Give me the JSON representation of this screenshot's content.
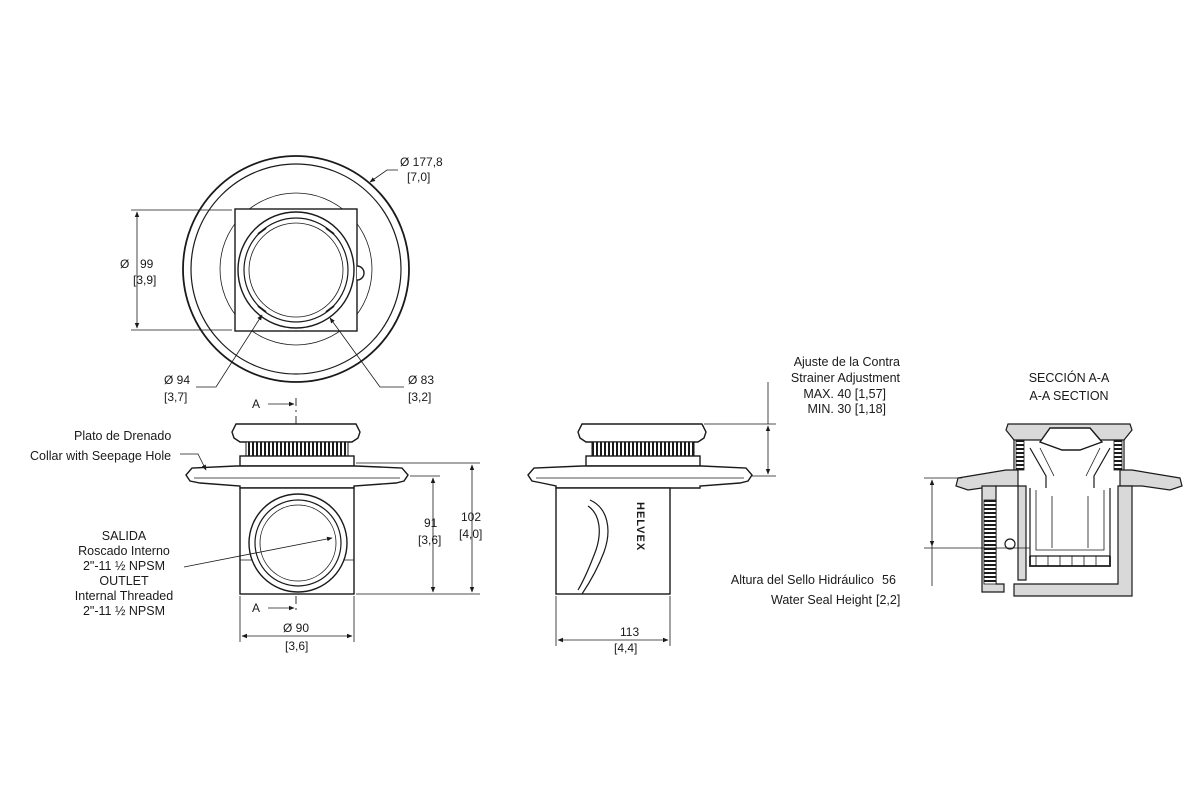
{
  "top_view": {
    "d_outer": "Ø 177,8",
    "d_outer_in": "[7,0]",
    "d_square_sym": "Ø",
    "d_square": "99",
    "d_square_in": "[3,9]",
    "d_left": "Ø 94",
    "d_left_in": "[3,7]",
    "d_right": "Ø 83",
    "d_right_in": "[3,2]"
  },
  "front_view": {
    "section_mark": "A",
    "label_plate_es": "Plato de Drenado",
    "label_collar_en": "Collar with Seepage Hole",
    "outlet_es_1": "SALIDA",
    "outlet_es_2": "Roscado Interno",
    "outlet_es_3": "2\"-11 ½ NPSM",
    "outlet_en_1": "OUTLET",
    "outlet_en_2": "Internal Threaded",
    "outlet_en_3": "2\"-11 ½ NPSM",
    "dim_91": "91",
    "dim_91_in": "[3,6]",
    "dim_102": "102",
    "dim_102_in": "[4,0]",
    "dim_90": "Ø 90",
    "dim_90_in": "[3,6]"
  },
  "side_view": {
    "adj_1": "Ajuste de la Contra",
    "adj_2": "Strainer Adjustment",
    "adj_3": "MAX. 40 [1,57]",
    "adj_4": "MIN. 30 [1,18]",
    "brand": "HELVEX",
    "dim_113": "113",
    "dim_113_in": "[4,4]"
  },
  "section_view": {
    "title_es": "SECCIÓN A-A",
    "title_en": "A-A SECTION",
    "seal_es": "Altura del Sello Hidráulico",
    "seal_val": "56",
    "seal_en": "Water Seal Height",
    "seal_val_in": "[2,2]"
  }
}
